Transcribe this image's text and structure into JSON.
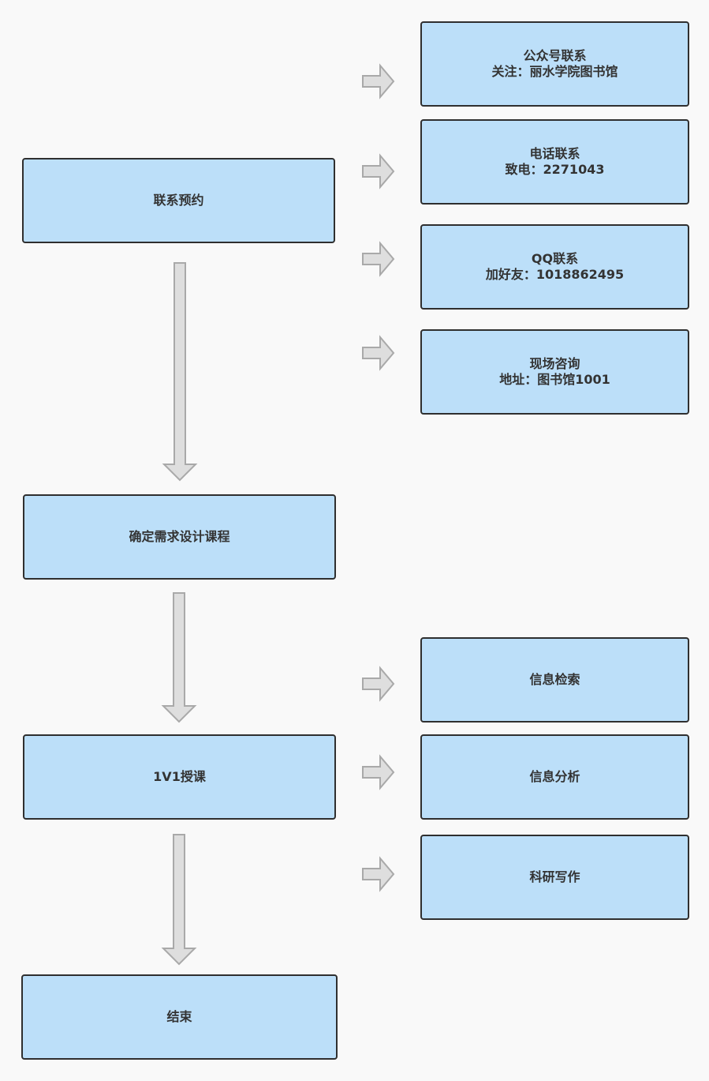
{
  "colors": {
    "box_fill": "#bcdff9",
    "box_border": "#2f2f2f",
    "arrow_fill": "#dedede",
    "arrow_stroke": "#a9a9a9",
    "text": "#333333",
    "background": "#f9f9f9"
  },
  "steps": {
    "contact": {
      "label": "联系预约"
    },
    "confirm": {
      "label": "确定需求设计课程"
    },
    "teach": {
      "label": "1V1授课"
    },
    "end": {
      "label": "结束"
    }
  },
  "contact_options": [
    {
      "title": "公众号联系",
      "detail": "关注：丽水学院图书馆"
    },
    {
      "title": "电话联系",
      "detail": "致电：2271043"
    },
    {
      "title": "QQ联系",
      "detail": "加好友：1018862495"
    },
    {
      "title": "现场咨询",
      "detail": "地址：图书馆1001"
    }
  ],
  "course_topics": [
    {
      "label": "信息检索"
    },
    {
      "label": "信息分析"
    },
    {
      "label": "科研写作"
    }
  ]
}
